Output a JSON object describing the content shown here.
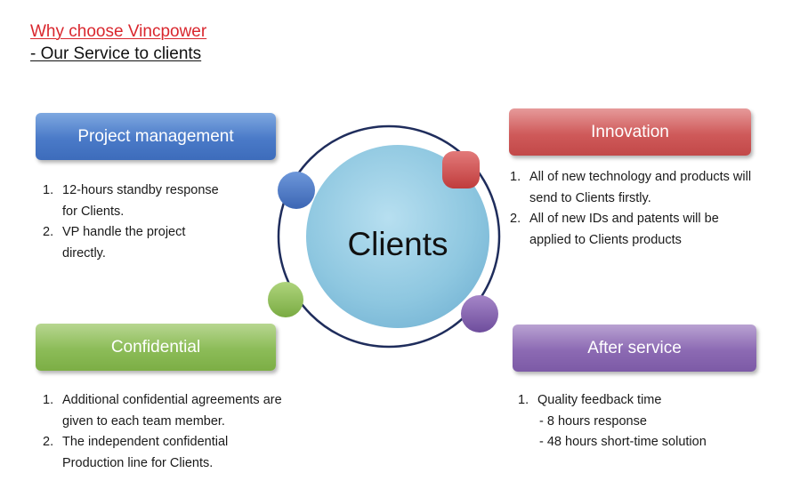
{
  "header": {
    "title": "Why choose Vincpower",
    "subtitle": "- Our Service to clients"
  },
  "center": {
    "label": "Clients"
  },
  "colors": {
    "title_red": "#d9272e",
    "project_blue": "#4a7ac8",
    "innovation_red": "#cf5a5a",
    "confidential_green": "#8cbc58",
    "after_service_purple": "#8c6ab3",
    "ring_navy": "#1f2d5c",
    "center_circle": "#8ec7e0"
  },
  "sections": {
    "project_management": {
      "title": "Project management",
      "items": [
        {
          "num": "1.",
          "lines": [
            "12-hours standby response",
            "for Clients."
          ]
        },
        {
          "num": "2.",
          "lines": [
            "VP handle the project",
            "directly."
          ]
        }
      ]
    },
    "innovation": {
      "title": "Innovation",
      "items": [
        {
          "num": "1.",
          "lines": [
            "All of new technology and products will",
            "send to Clients firstly."
          ]
        },
        {
          "num": "2.",
          "lines": [
            "All of new IDs and patents will be",
            "applied to Clients products"
          ]
        }
      ]
    },
    "confidential": {
      "title": "Confidential",
      "items": [
        {
          "num": "1.",
          "lines": [
            "Additional confidential agreements are",
            "given to each team member."
          ]
        },
        {
          "num": "2.",
          "lines": [
            "The independent confidential",
            "Production line for Clients."
          ]
        }
      ]
    },
    "after_service": {
      "title": "After service",
      "items": [
        {
          "num": "1.",
          "lines": [
            "Quality feedback time",
            "- 8 hours response",
            "- 48 hours short-time solution"
          ]
        }
      ]
    }
  }
}
